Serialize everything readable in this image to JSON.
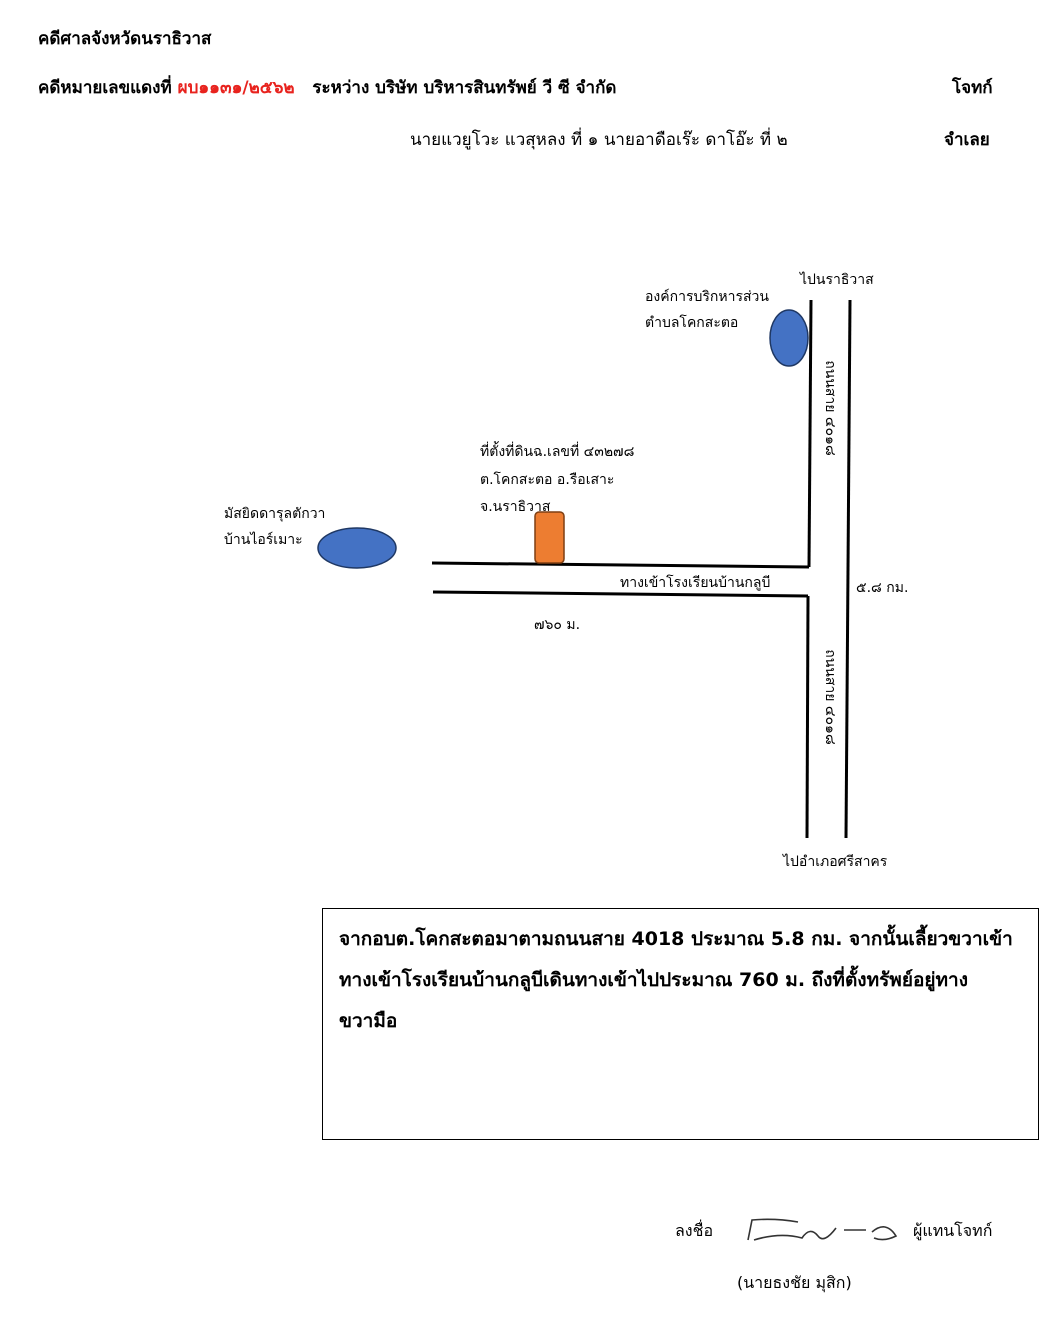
{
  "header": {
    "court": "คดีศาลจังหวัดนราธิวาส",
    "case_prefix": "คดีหมายเลขแดงที่",
    "case_number": "ผบ๑๑๓๑/๒๕๖๒",
    "between": "ระหว่าง บริษัท บริหารสินทรัพย์ วี ซี จำกัด",
    "plaintiff_label": "โจทก์",
    "defendants": "นายแวยูโวะ  แวสุหลง ที่ ๑ นายอาดือเร๊ะ  ดาโอ๊ะ ที่ ๒",
    "defendant_label": "จำเลย"
  },
  "map": {
    "to_narathiwat": "ไปนราธิวาส",
    "sao_name_line1": "องค์การบริกหารส่วน",
    "sao_name_line2": "ตำบลโคกสะตอ",
    "road_label_top": "ถนนสาย ๔๐๑๘",
    "road_label_bottom": "ถนนสาย ๔๐๑๘",
    "land_line1": "ที่ตั้งที่ดินฉ.เลขที่ ๔๓๒๗๘",
    "land_line2": "ต.โคกสะตอ อ.รือเสาะ",
    "land_line3": "จ.นราธิวาส",
    "mosque_line1": "มัสยิดดารุลตักวา",
    "mosque_line2": "บ้านไอร์เมาะ",
    "side_road": "ทางเข้าโรงเรียนบ้านกลูบี",
    "distance_side": "๗๖๐ ม.",
    "distance_main": "๕.๘ กม.",
    "to_srisakhon": "ไปอำเภอศรีสาคร",
    "colors": {
      "marker_blue": "#4472c4",
      "land_orange": "#ed7d31"
    }
  },
  "note": {
    "line1": "จากอบต.โคกสะตอมาตามถนนสาย 4018 ประมาณ 5.8 กม. จากนั้นเลี้ยวขวาเข้า",
    "line2": "ทางเข้าโรงเรียนบ้านกลูบีเดินทางเข้าไปประมาณ 760 ม. ถึงที่ตั้งทรัพย์อยู่ทาง",
    "line3": "ขวามือ"
  },
  "signature": {
    "sign_label": "ลงชื่อ",
    "role": "ผู้แทนโจทก์",
    "name": "(นายธงชัย  มุสิก)"
  }
}
